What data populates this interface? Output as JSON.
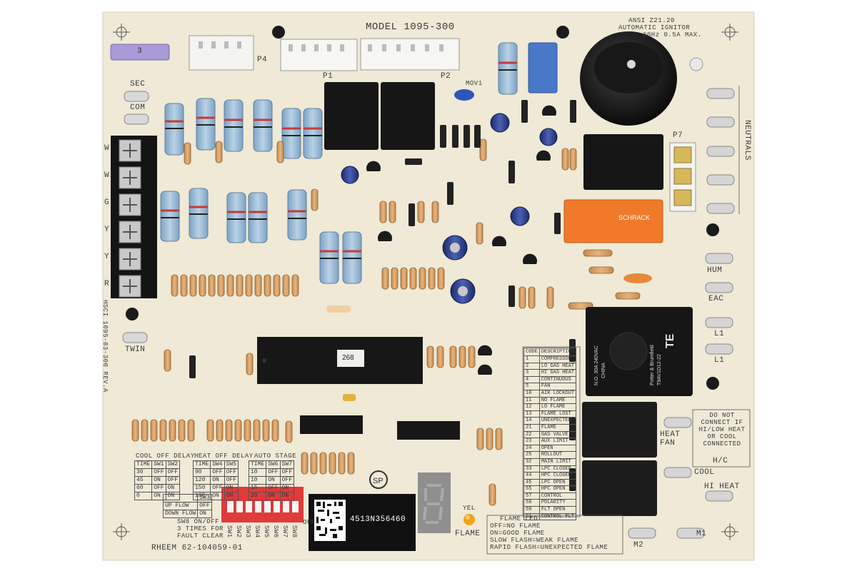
{
  "board": {
    "model": "MODEL 1095-300",
    "ignitor_spec_1": "ANSI Z21.20",
    "ignitor_spec_2": "AUTOMATIC IGNITOR",
    "ignitor_spec_3": "60Hz 0.5A MAX.",
    "side_part_no": "HSCI 1095-83-300 REV.A",
    "maker": "RHEEM 62-104059-01",
    "barcode_text": "4513N356460",
    "chip_sticker": "268",
    "fuse_label": "3",
    "colors": {
      "pcb": "#efe9d6",
      "silk": "#3b3b3b",
      "relay": "#1a1a1a",
      "orange_relay": "#f07a2a",
      "dip_red": "#e03a3a",
      "fuse_purple": "#a99ad8",
      "led_orange": "#f5a11a"
    }
  },
  "labels": {
    "sec": "SEC",
    "com": "COM",
    "twin": "TWIN",
    "p1": "P1",
    "p2": "P2",
    "p4": "P4",
    "p7": "P7",
    "neutrals": "NEUTRALS",
    "hum": "HUM",
    "eac": "EAC",
    "l1a": "L1",
    "l1b": "L1",
    "heat_fan": "HEAT FAN",
    "hc": "H/C",
    "cool": "COOL",
    "hi_heat": "HI HEAT",
    "m1": "M1",
    "m2": "M2",
    "flame": "FLAME",
    "yel": "YEL",
    "off": "OFF",
    "mov": "MOV1"
  },
  "terminal_letters": [
    "W",
    "W",
    "G",
    "Y",
    "Y",
    "R"
  ],
  "warning_box": [
    "DO NOT",
    "CONNECT IF",
    "HI/LOW HEAT",
    "OR COOL",
    "CONNECTED"
  ],
  "relay_text": {
    "te_brand": "TE",
    "te_model": "T9AV1D12-22",
    "te_sub": "Potter & Brumfield",
    "te_rating": "N.O. 30A 240VAC",
    "te_country": "CHINA",
    "orange_relay": "SCHRACK"
  },
  "cool_delay": {
    "title": "COOL OFF DELAY",
    "header": [
      "TIME",
      "SW1",
      "SW2"
    ],
    "rows": [
      [
        "30",
        "OFF",
        "OFF"
      ],
      [
        "45",
        "ON",
        "OFF"
      ],
      [
        "60",
        "OFF",
        "ON"
      ],
      [
        "0",
        "ON",
        "ON"
      ]
    ]
  },
  "heat_delay": {
    "title": "HEAT OFF DELAY",
    "header": [
      "TIME",
      "SW4",
      "SW5"
    ],
    "rows": [
      [
        "90",
        "OFF",
        "OFF"
      ],
      [
        "120",
        "ON",
        "OFF"
      ],
      [
        "150",
        "OFF",
        "ON"
      ],
      [
        "180",
        "ON",
        "ON"
      ]
    ]
  },
  "auto_stage": {
    "title": "AUTO STAGE",
    "header": [
      "TIME",
      "SW6",
      "SW7"
    ],
    "rows": [
      [
        "10",
        "OFF",
        "OFF"
      ],
      [
        "10",
        "ON",
        "OFF"
      ],
      [
        "15",
        "OFF",
        "ON"
      ],
      [
        "20",
        "ON",
        "ON"
      ]
    ]
  },
  "flow_table": {
    "rows": [
      [
        "UP FLOW",
        "OFF"
      ],
      [
        "DOWN FLOW",
        "ON"
      ]
    ],
    "header": "SW3"
  },
  "sw8_note": [
    "SW8 ON/OFF",
    "3 TIMES FOR",
    "FAULT CLEAR"
  ],
  "code_table": {
    "header": [
      "CODE",
      "DESCRIPTION"
    ],
    "rows": [
      [
        "1",
        "COMPRESSOR"
      ],
      [
        "2",
        "LO GAS HEAT"
      ],
      [
        "3",
        "HI GAS HEAT"
      ],
      [
        "4",
        "CONTINUOUS"
      ],
      [
        "5",
        "FAN"
      ],
      [
        "10",
        "AIR LOCKOUT"
      ],
      [
        "11",
        "NO FLAME"
      ],
      [
        "12",
        "LO FLAME"
      ],
      [
        "13",
        "FLAME LOST"
      ],
      [
        "14",
        "UNEXPECTED"
      ],
      [
        "21",
        "FLAME"
      ],
      [
        "22",
        "GAS VALVE"
      ],
      [
        "23",
        "AUX LIMIT"
      ],
      [
        "24",
        "OPEN"
      ],
      [
        "25",
        "ROLLOUT"
      ],
      [
        "32",
        "MAIN LIMIT"
      ],
      [
        "33",
        "LPC CLOSED"
      ],
      [
        "44",
        "HPC CLOSED"
      ],
      [
        "45",
        "LPC OPEN"
      ],
      [
        "55",
        "HPC OPEN"
      ],
      [
        "57",
        "CONTROL"
      ],
      [
        "58",
        "POLARITY"
      ],
      [
        "59",
        "FLT OPEN"
      ],
      [
        "61",
        "CONTROL FLT"
      ]
    ]
  },
  "flame_led": {
    "title": "FLAME LED",
    "lines": [
      "OFF=NO FLAME",
      "ON=GOOD FLAME",
      "SLOW FLASH=WEAK FLAME",
      "RAPID FLASH=UNEXPECTED FLAME"
    ]
  },
  "dip_switch_labels": [
    "SW1",
    "SW2",
    "SW3",
    "SW4",
    "SW5",
    "SW6",
    "SW7",
    "SW8"
  ]
}
